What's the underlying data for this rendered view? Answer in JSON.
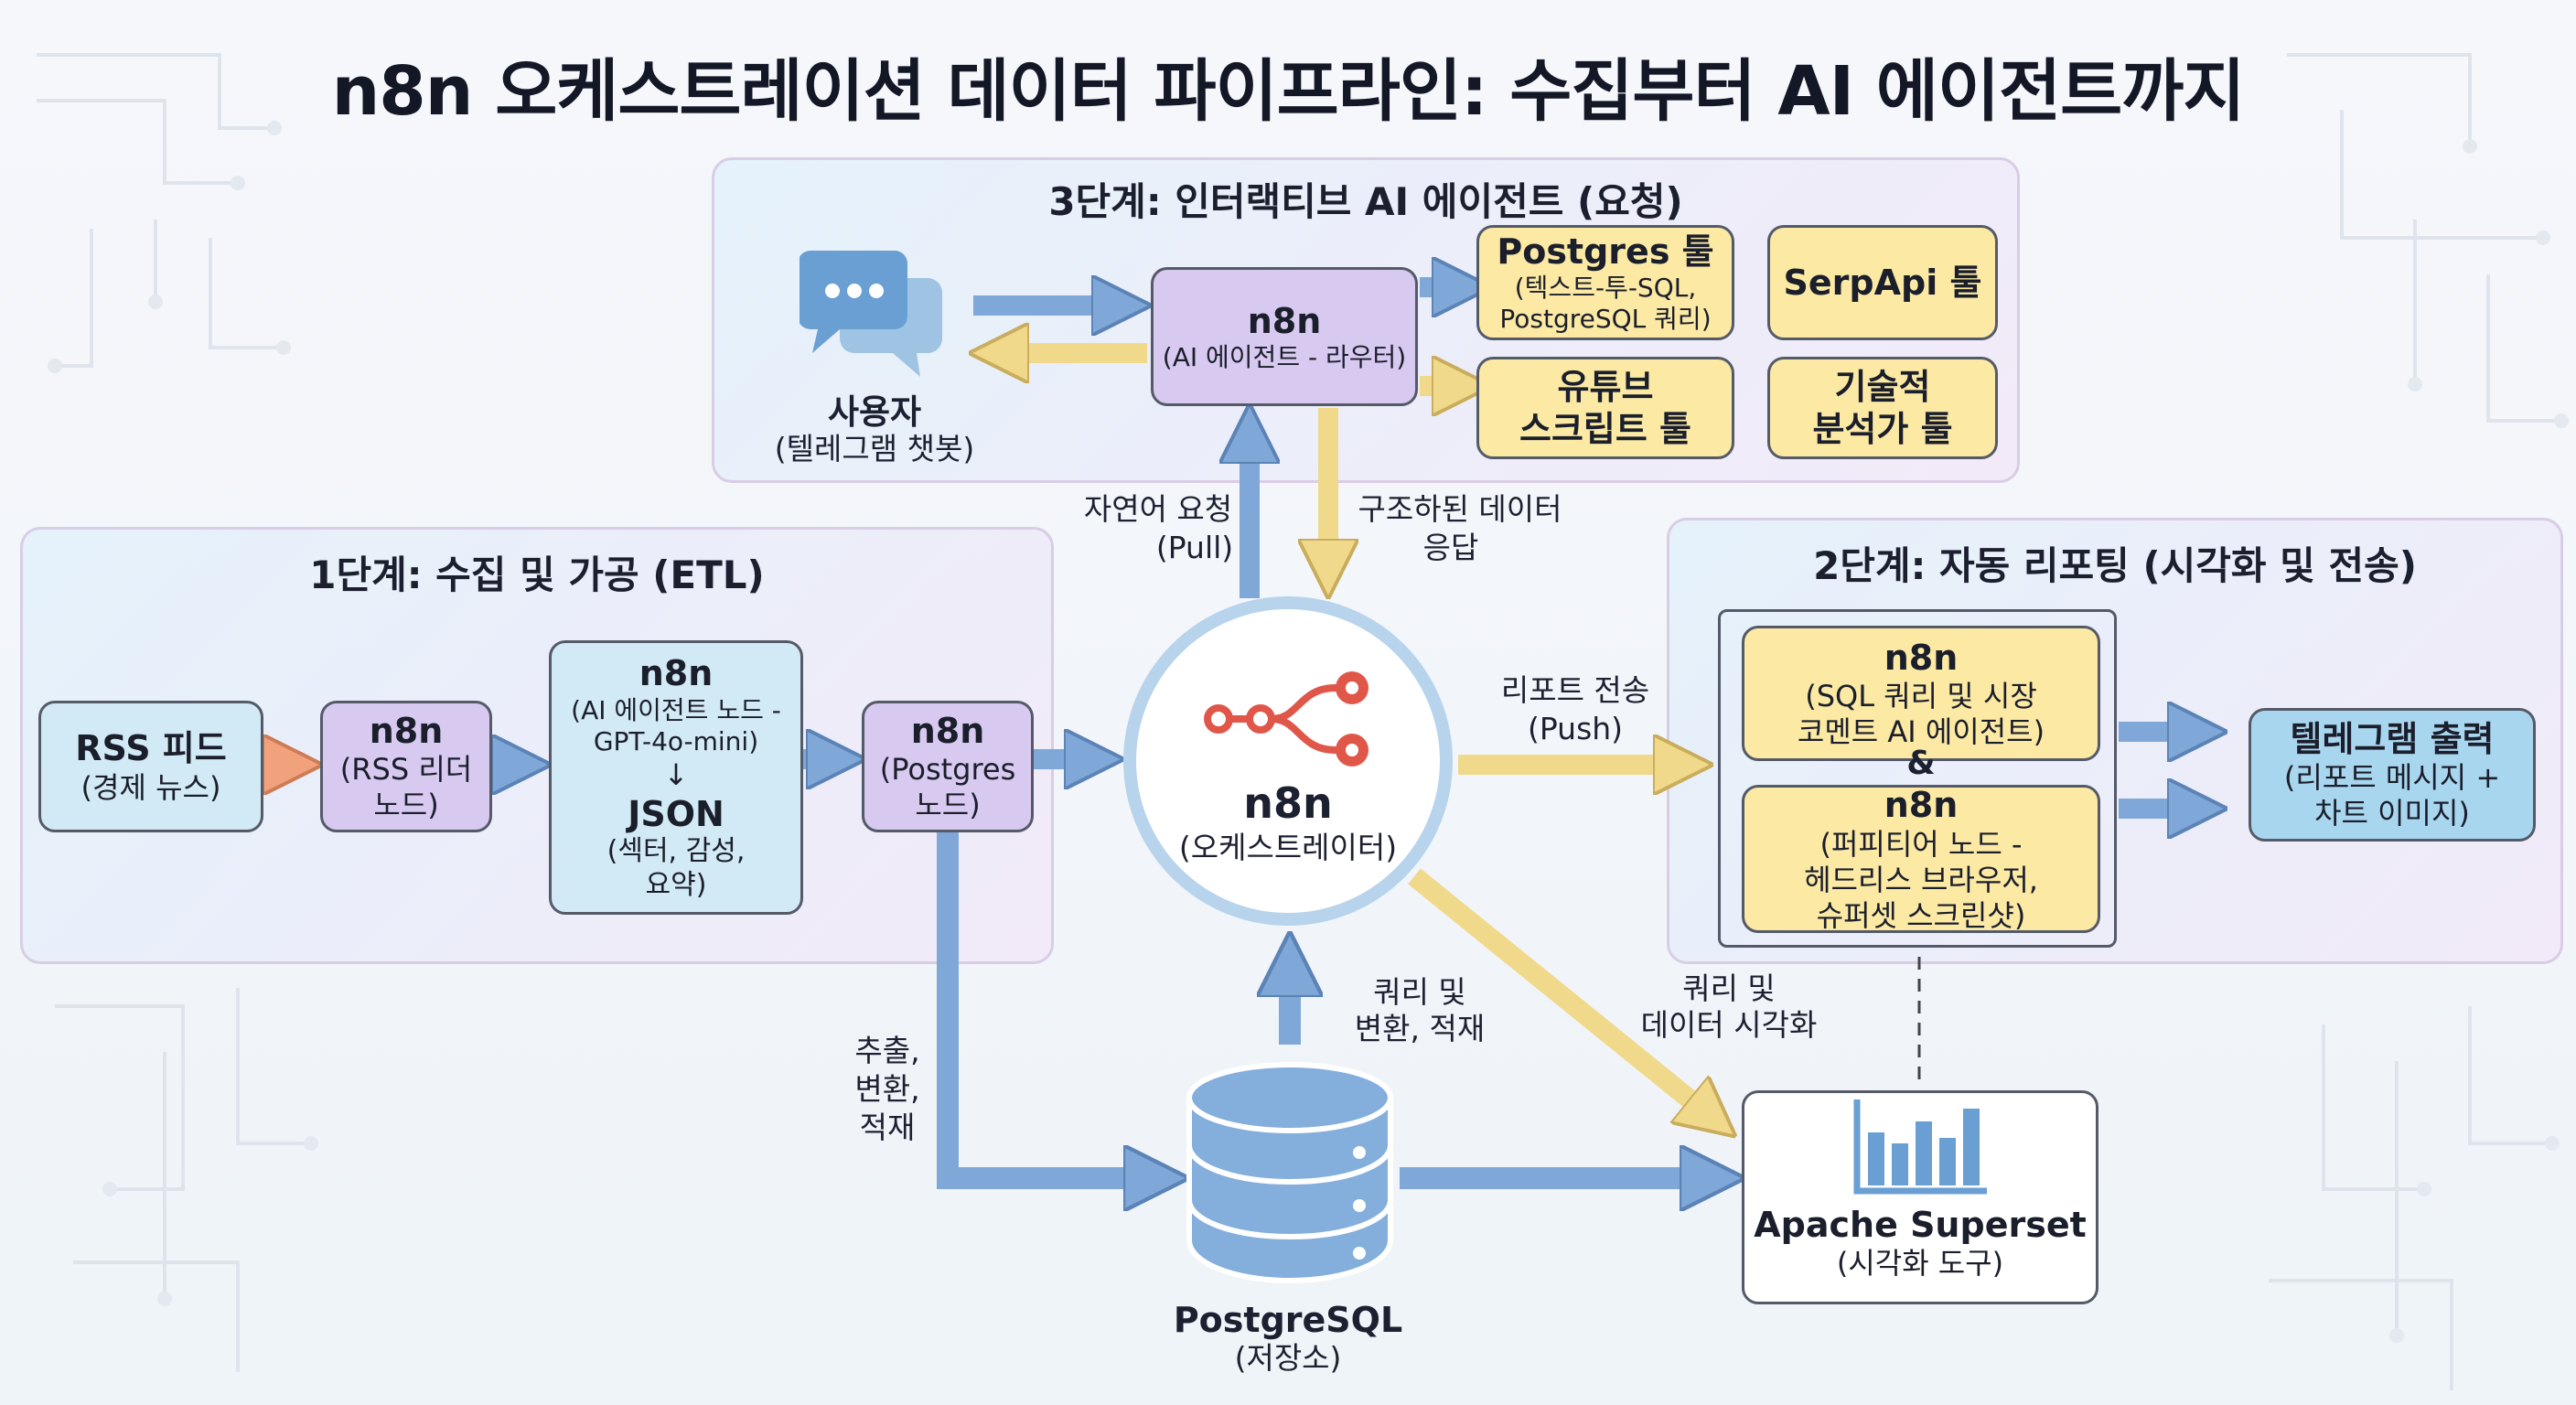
{
  "title": "n8n 오케스트레이션 데이터 파이프라인: 수집부터 AI 에이전트까지",
  "stage3": {
    "title": "3단계: 인터랙티브 AI 에이전트 (요청)",
    "user": {
      "name": "사용자",
      "sub": "(텔레그램 챗봇)",
      "icon": "chat-bubbles-icon"
    },
    "router": {
      "name": "n8n",
      "sub": "(AI 에이전트 - 라우터)"
    },
    "tools": {
      "postgres": {
        "name": "Postgres 툴",
        "sub1": "(텍스트-투-SQL,",
        "sub2": "PostgreSQL 쿼리)"
      },
      "serpapi": {
        "name": "SerpApi 툴"
      },
      "youtube": {
        "line1": "유튜브",
        "line2": "스크립트 툴"
      },
      "tech": {
        "line1": "기술적",
        "line2": "분석가 툴"
      }
    }
  },
  "stage1": {
    "title": "1단계: 수집 및 가공 (ETL)",
    "rss_feed": {
      "name": "RSS 피드",
      "sub": "(경제 뉴스)"
    },
    "rss_node": {
      "name": "n8n",
      "sub1": "(RSS 리더",
      "sub2": "노드)"
    },
    "ai_node": {
      "name": "n8n",
      "sub1": "(AI 에이전트 노드 -",
      "sub2": "GPT-4o-mini)",
      "arrow": "↓",
      "json": "JSON",
      "sub3": "(섹터, 감성,",
      "sub4": "요약)"
    },
    "pg_node": {
      "name": "n8n",
      "sub1": "(Postgres",
      "sub2": "노드)"
    }
  },
  "stage2": {
    "title": "2단계: 자동 리포팅 (시각화 및 전송)",
    "sql_agent": {
      "name": "n8n",
      "sub1": "(SQL 쿼리 및 시장",
      "sub2": "코멘트 AI 에이전트)"
    },
    "amp": "&",
    "puppeteer": {
      "name": "n8n",
      "sub1": "(퍼피티어 노드 -",
      "sub2": "헤드리스 브라우저,",
      "sub3": "슈퍼셋 스크린샷)"
    },
    "telegram_out": {
      "name": "텔레그램 출력",
      "sub1": "(리포트 메시지 +",
      "sub2": "차트 이미지)"
    }
  },
  "center": {
    "name": "n8n",
    "sub": "(오케스트레이터)",
    "icon": "workflow-nodes-icon"
  },
  "postgresql": {
    "name": "PostgreSQL",
    "sub": "(저장소)",
    "icon": "database-icon"
  },
  "superset": {
    "name": "Apache Superset",
    "sub": "(시각화 도구)",
    "icon": "bar-chart-icon"
  },
  "labels": {
    "nl_request": [
      "자연어 요청",
      "(Pull)"
    ],
    "structured": [
      "구조하된 데이터",
      "응답"
    ],
    "report_send": [
      "리포트 전송",
      "(Push)"
    ],
    "query_load": [
      "쿼리 및",
      "변환, 적재"
    ],
    "query_viz": [
      "쿼리 및",
      "데이터 시각화"
    ],
    "etl": [
      "추출,",
      "변환,",
      "적재"
    ]
  },
  "colors": {
    "arrow_blue": "#7fa8d8",
    "arrow_yellow": "#f1d98c",
    "arrow_orange": "#f1a27c",
    "accent_red": "#e0574a"
  }
}
